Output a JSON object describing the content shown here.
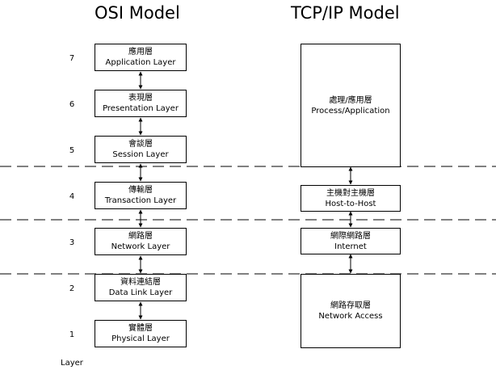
{
  "titles": {
    "osi": "OSI Model",
    "tcpip": "TCP/IP Model"
  },
  "osi_layers": [
    {
      "number": "7",
      "zh": "應用層",
      "en": "Application Layer"
    },
    {
      "number": "6",
      "zh": "表現層",
      "en": "Presentation Layer"
    },
    {
      "number": "5",
      "zh": "會談層",
      "en": "Session Layer"
    },
    {
      "number": "4",
      "zh": "傳輸層",
      "en": "Transaction Layer"
    },
    {
      "number": "3",
      "zh": "網路層",
      "en": "Network Layer"
    },
    {
      "number": "2",
      "zh": "資料連結層",
      "en": "Data Link Layer"
    },
    {
      "number": "1",
      "zh": "實體層",
      "en": "Physical Layer"
    }
  ],
  "tcpip_layers": [
    {
      "zh": "處理/應用層",
      "en": "Process/Application"
    },
    {
      "zh": "主機對主機層",
      "en": "Host-to-Host"
    },
    {
      "zh": "網際網路層",
      "en": "Internet"
    },
    {
      "zh": "網路存取層",
      "en": "Network Access"
    }
  ],
  "layer_caption": "Layer"
}
